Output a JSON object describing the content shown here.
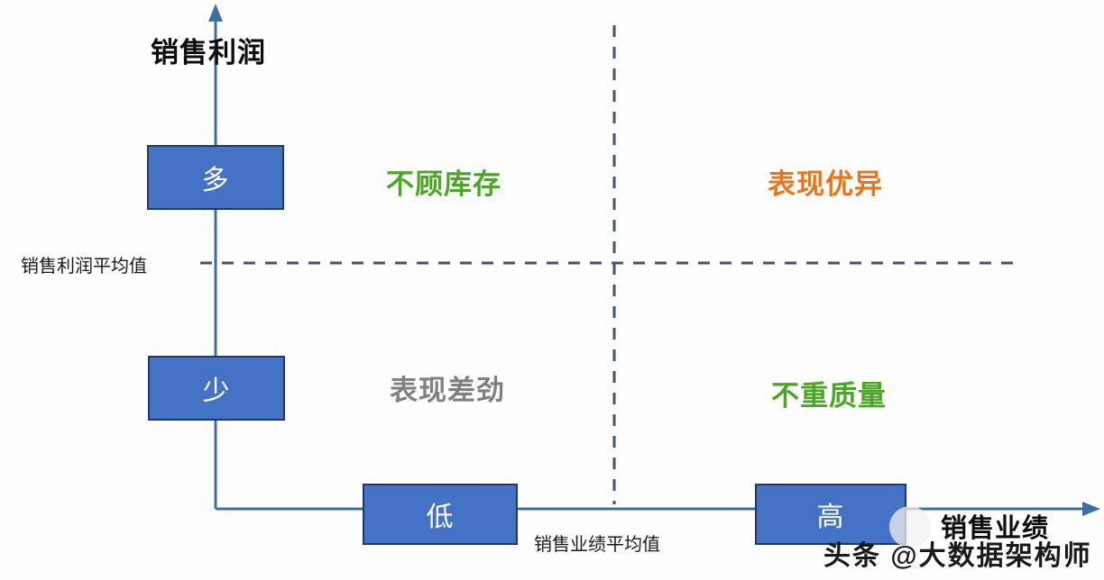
{
  "chart_data": {
    "type": "scatter",
    "title": "",
    "xlabel": "销售业绩",
    "ylabel": "销售利润",
    "grid": false,
    "legend": "none",
    "quadrants": [
      {
        "position": "top-left",
        "label": "不顾库存",
        "color": "#4ca625"
      },
      {
        "position": "top-right",
        "label": "表现优异",
        "color": "#e8751a"
      },
      {
        "position": "bottom-left",
        "label": "表现差劲",
        "color": "#808080"
      },
      {
        "position": "bottom-right",
        "label": "不重质量",
        "color": "#4ca625"
      }
    ],
    "y_scale": [
      {
        "label": "多",
        "level": "high"
      },
      {
        "label": "少",
        "level": "low"
      }
    ],
    "x_scale": [
      {
        "label": "低",
        "level": "low"
      },
      {
        "label": "高",
        "level": "high"
      }
    ],
    "reference_lines": [
      {
        "orientation": "horizontal",
        "label": "销售利润平均值",
        "style": "dashed"
      },
      {
        "orientation": "vertical",
        "label": "销售业绩平均值",
        "style": "dashed"
      }
    ]
  },
  "axes": {
    "y_title": "销售利润",
    "x_title": "销售业绩",
    "axis_color": "#3d6ea5",
    "dash_color": "#44546a"
  },
  "scale_boxes": {
    "y_high": "多",
    "y_low": "少",
    "x_low": "低",
    "x_high": "高",
    "fill_color": "#4472c4",
    "border_color": "#1f3864",
    "text_color": "#ffffff"
  },
  "quadrant_labels": {
    "top_left": "不顾库存",
    "top_right": "表现优异",
    "bottom_left": "表现差劲",
    "bottom_right": "不重质量"
  },
  "mean_labels": {
    "y_mean": "销售利润平均值",
    "x_mean": "销售业绩平均值"
  },
  "watermark": {
    "text": "头条 @大数据架构师"
  }
}
